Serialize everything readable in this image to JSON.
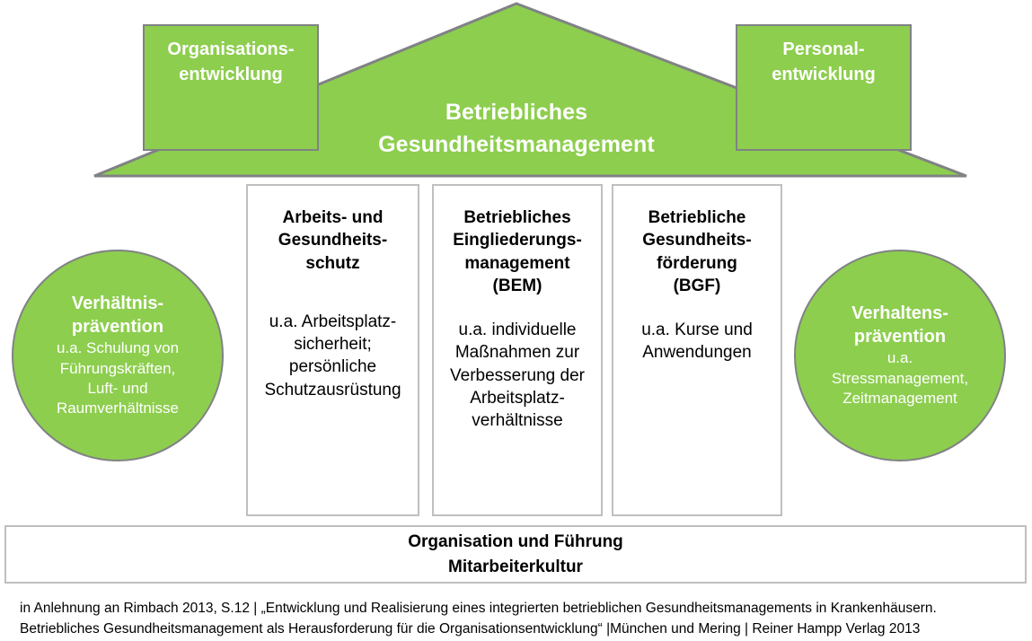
{
  "colors": {
    "green": "#8DCE4E",
    "roof_outline": "#808285",
    "box_outline": "#808285",
    "pillar_outline": "#BFBFBF",
    "text_light": "#FFFFFF",
    "text_dark": "#000000",
    "background": "#FFFFFF"
  },
  "roof": {
    "title_line1": "Betriebliches",
    "title_line2": "Gesundheitsmanagement"
  },
  "corner_boxes": [
    {
      "id": "organisationsentwicklung",
      "line1": "Organisations-",
      "line2": "entwicklung"
    },
    {
      "id": "personalentwicklung",
      "line1": "Personal-",
      "line2": "entwicklung"
    }
  ],
  "circles": [
    {
      "id": "verhaeltnispraevention",
      "title_line1": "Verhältnis-",
      "title_line2": "prävention",
      "sub_line1": "u.a. Schulung von",
      "sub_line2": "Führungskräften,",
      "sub_line3": "Luft- und",
      "sub_line4": "Raumverhältnisse"
    },
    {
      "id": "verhaltenspraevention",
      "title_line1": "Verhaltens-",
      "title_line2": "prävention",
      "sub_line1": "u.a.",
      "sub_line2": "Stressmanagement,",
      "sub_line3": "Zeitmanagement",
      "sub_line4": ""
    }
  ],
  "pillars": [
    {
      "id": "arbeits-und-gesundheitsschutz",
      "title_line1": "Arbeits- und",
      "title_line2": "Gesundheits-",
      "title_line3": "schutz",
      "title_line4": "",
      "body_line1": "u.a. Arbeitsplatz-",
      "body_line2": "sicherheit;",
      "body_line3": "persönliche",
      "body_line4": "Schutzausrüstung",
      "body_line5": ""
    },
    {
      "id": "betriebliches-eingliederungsmanagement",
      "title_line1": "Betriebliches",
      "title_line2": "Eingliederungs-",
      "title_line3": "management",
      "title_line4": "(BEM)",
      "body_line1": "u.a. individuelle",
      "body_line2": "Maßnahmen zur",
      "body_line3": "Verbesserung der",
      "body_line4": "Arbeitsplatz-",
      "body_line5": "verhältnisse"
    },
    {
      "id": "betriebliche-gesundheitsfoerderung",
      "title_line1": "Betriebliche",
      "title_line2": "Gesundheits-",
      "title_line3": "förderung",
      "title_line4": "(BGF)",
      "body_line1": "u.a. Kurse und",
      "body_line2": "Anwendungen",
      "body_line3": "",
      "body_line4": "",
      "body_line5": ""
    }
  ],
  "base": {
    "line1": "Organisation und Führung",
    "line2": "Mitarbeiterkultur"
  },
  "footer": {
    "line1": "in Anlehnung an Rimbach 2013, S.12 | „Entwicklung und Realisierung eines integrierten betrieblichen Gesundheitsmanagements in Krankenhäusern.",
    "line2": "Betriebliches Gesundheitsmanagement als Herausforderung für die Organisationsentwicklung“ |München und Mering | Reiner Hampp Verlag 2013"
  }
}
